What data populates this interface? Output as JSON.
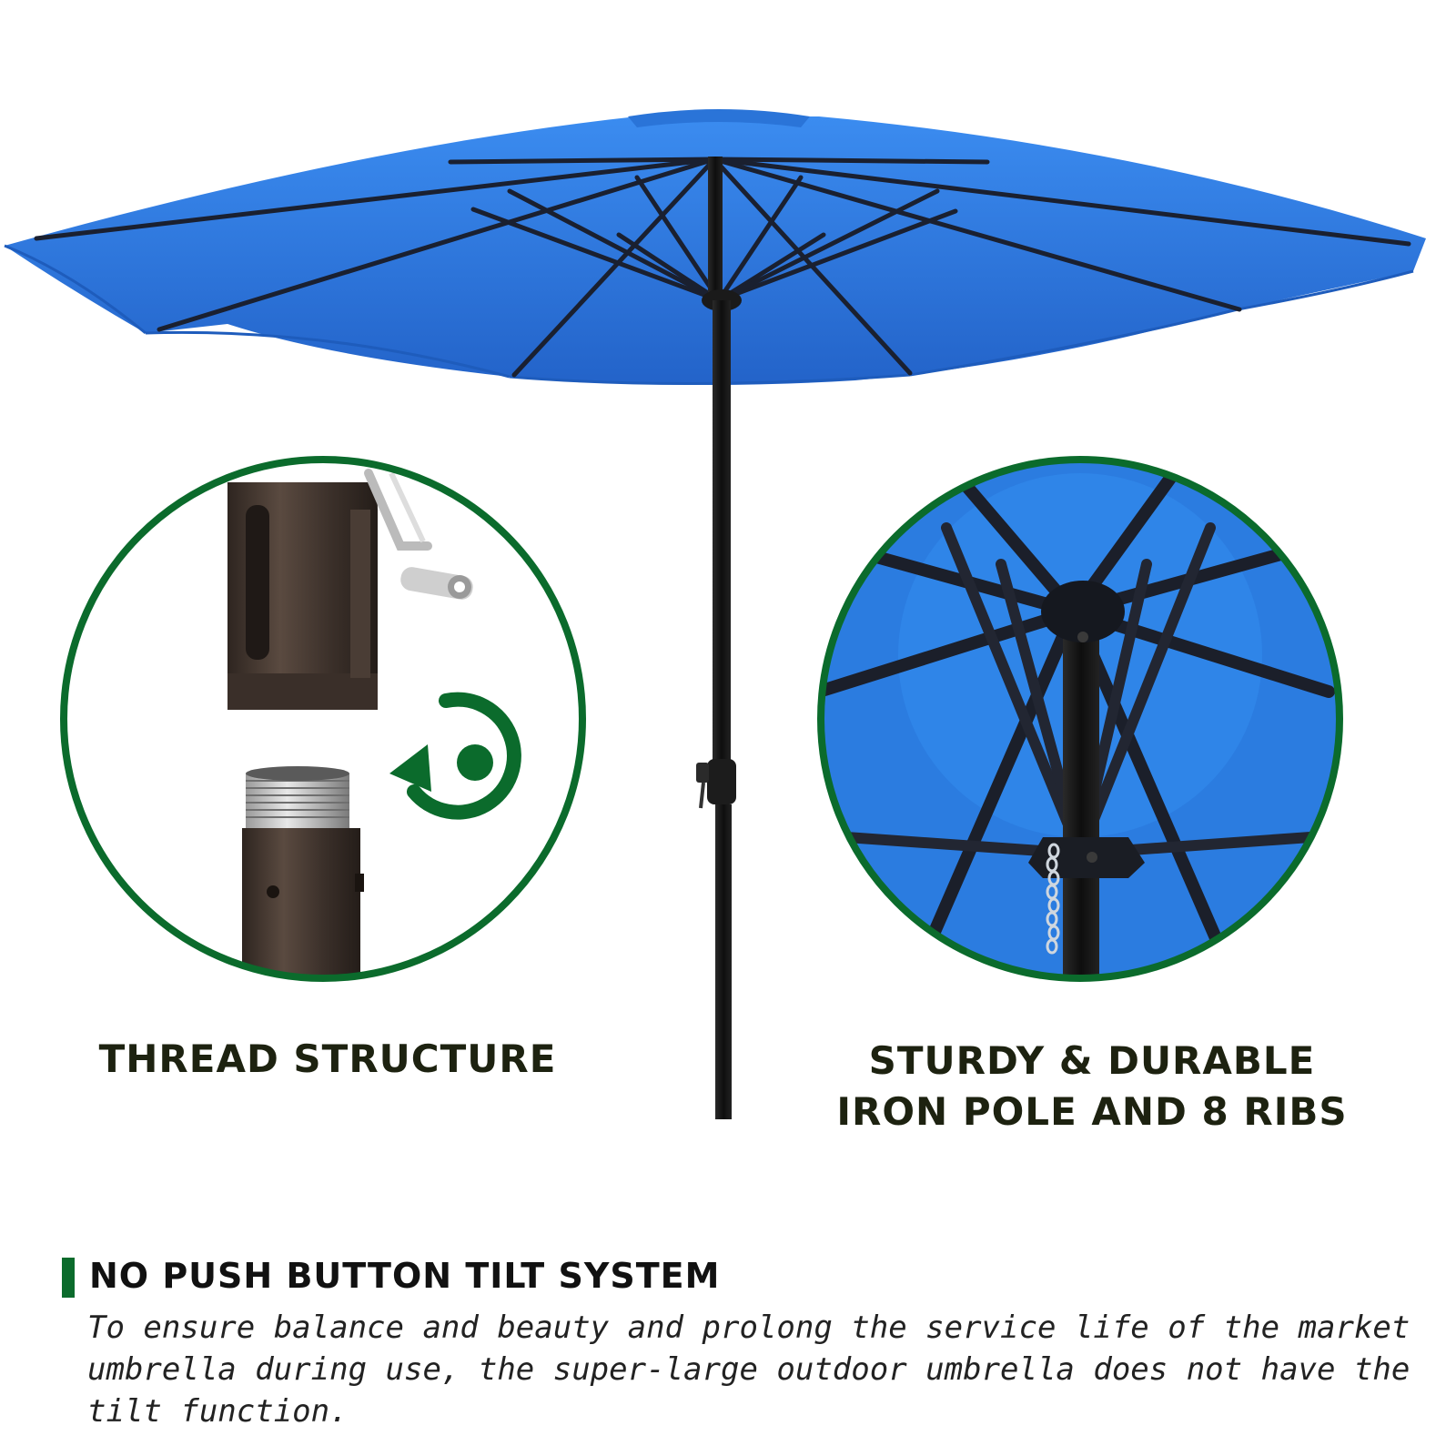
{
  "colors": {
    "canopy": "#2f7fe6",
    "canopy_dark": "#1f62c4",
    "pole": "#141414",
    "ring": "#0b6b2c",
    "caption_text": "#1d2210"
  },
  "icons": {
    "rotate": "rotate-arrow-icon"
  },
  "captions": {
    "left": "THREAD STRUCTURE",
    "right_line1": "STURDY & DURABLE",
    "right_line2": "IRON POLE AND 8 RIBS"
  },
  "feature": {
    "title": "NO PUSH BUTTON TILT SYSTEM",
    "body": "To ensure balance and beauty and prolong the service life of the market umbrella during use, the super-large outdoor umbrella does not have the tilt function."
  }
}
